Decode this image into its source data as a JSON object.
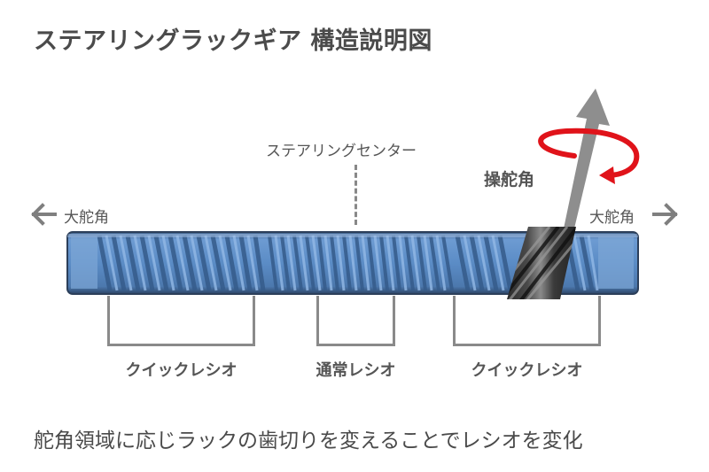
{
  "title": "ステアリングラックギア 構造説明図",
  "diagram": {
    "center_label": "ステアリングセンター",
    "left_direction_label": "大舵角",
    "right_direction_label": "大舵角",
    "steering_label": "操舵角",
    "brackets": [
      {
        "label": "クイックレシオ"
      },
      {
        "label": "通常レシオ"
      },
      {
        "label": "クイックレシオ"
      }
    ],
    "colors": {
      "rack_blue": "#5f8fc6",
      "rack_dark": "#2f4a6e",
      "rotation_red": "#e0131a",
      "arrow_gray": "#8c8c8c",
      "pinion_black": "#2a2a2a"
    }
  },
  "caption": "舵角領域に応じラックの歯切りを変えることでレシオを変化"
}
